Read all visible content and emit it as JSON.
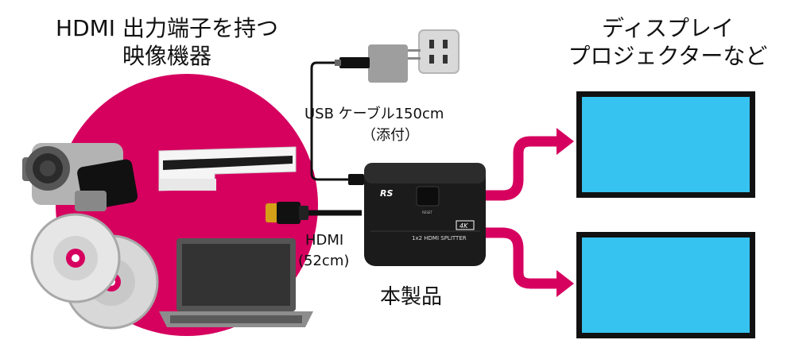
{
  "sources": {
    "title_line1": "HDMI 出力端子を持つ",
    "title_line2": "映像機器"
  },
  "displays": {
    "title_line1": "ディスプレイ",
    "title_line2": "プロジェクターなど"
  },
  "cables": {
    "usb_label": "USB ケーブル150cm",
    "usb_note": "（添付）",
    "hdmi_label": "HDMI",
    "hdmi_length": "(52cm)"
  },
  "product": {
    "label": "本製品",
    "model_text": "1x2 HDMI SPLITTER",
    "badge_4k": "4K",
    "brand_mark": "RS",
    "button_text": "RESET"
  },
  "colors": {
    "accent_magenta": "#D6005F",
    "screen_cyan": "#36C3F0",
    "device_black": "#1b1b1b"
  }
}
